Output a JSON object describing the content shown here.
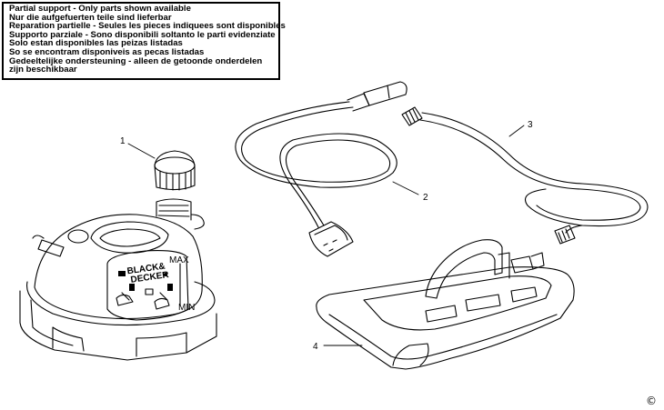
{
  "notice": {
    "lines": [
      "Partial support - Only parts shown available",
      "Nur die aufgefuerten teile sind lieferbar",
      "Reparation partielle - Seules les pieces indiquees sont disponibles",
      "Supporto parziale - Sono disponibili soltanto le parti evidenziate",
      "Solo estan disponibles las peizas listadas",
      "So se encontram disponiveis as pecas listadas",
      "Gedeeltelijke ondersteuning - alleen de getoonde onderdelen",
      "zijn beschikbaar"
    ]
  },
  "callouts": [
    "1",
    "2",
    "3",
    "4"
  ],
  "brand": {
    "line1": "BLACK&",
    "line2": "DECKER"
  },
  "gauge": {
    "max": "MAX",
    "min": "MIN"
  },
  "copyright": "©",
  "parts": [
    {
      "number": "1",
      "name": "filler-cap-icon"
    },
    {
      "number": "2",
      "name": "power-cord-icon"
    },
    {
      "number": "3",
      "name": "steam-hose-icon"
    },
    {
      "number": "4",
      "name": "steam-plate-icon"
    }
  ]
}
